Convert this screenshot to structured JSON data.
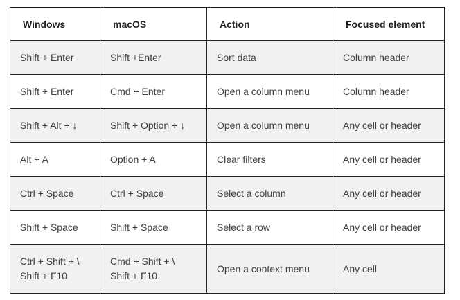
{
  "table": {
    "headers": [
      "Windows",
      "macOS",
      "Action",
      "Focused element"
    ],
    "rows": [
      {
        "windows": "Shift + Enter",
        "macos": "Shift +Enter",
        "action": "Sort data",
        "focused": "Column header"
      },
      {
        "windows": "Shift + Enter",
        "macos": "Cmd + Enter",
        "action": "Open a column menu",
        "focused": "Column header"
      },
      {
        "windows": "Shift + Alt + ↓",
        "macos": "Shift + Option + ↓",
        "action": "Open a column menu",
        "focused": "Any cell or header"
      },
      {
        "windows": "Alt + A",
        "macos": "Option + A",
        "action": "Clear filters",
        "focused": "Any cell or header"
      },
      {
        "windows": "Ctrl + Space",
        "macos": "Ctrl + Space",
        "action": "Select a column",
        "focused": "Any cell or header"
      },
      {
        "windows": "Shift + Space",
        "macos": "Shift + Space",
        "action": "Select a row",
        "focused": "Any cell or header"
      },
      {
        "windows": "Ctrl + Shift + \\\nShift + F10",
        "macos": "Cmd + Shift + \\\nShift + F10",
        "action": "Open a context menu",
        "focused": "Any cell"
      }
    ],
    "colors": {
      "border": "#212121",
      "row_alt_bg": "#f1f1f1",
      "body_text": "#3c4043",
      "header_text": "#202124",
      "page_bg": "#ffffff"
    }
  }
}
